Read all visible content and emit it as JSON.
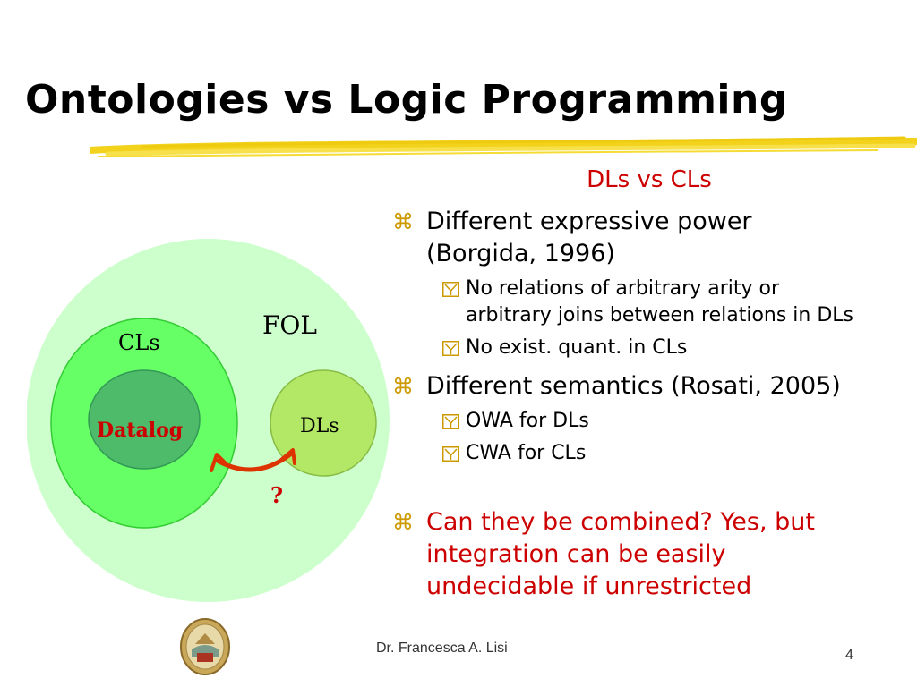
{
  "slide": {
    "title": "Ontologies vs Logic Programming",
    "subtitle": "DLs vs CLs",
    "footer": "Dr. Francesca A. Lisi",
    "page_number": "4"
  },
  "diagram": {
    "fol_label": "FOL",
    "cls_label": "CLs",
    "datalog_label": "Datalog",
    "dls_label": "DLs",
    "question_label": "?"
  },
  "bullets": [
    {
      "text_lines": [
        "Different expressive power",
        "(Borgida, 1996)"
      ],
      "sub": [
        {
          "lines": [
            "No relations of arbitrary arity or",
            "arbitrary joins between relations in DLs"
          ]
        },
        {
          "lines": [
            "No exist. quant. in CLs"
          ]
        }
      ]
    },
    {
      "text_lines": [
        "Different semantics (Rosati, 2005)"
      ],
      "sub": [
        {
          "lines": [
            "OWA for DLs"
          ]
        },
        {
          "lines": [
            "CWA for CLs"
          ]
        }
      ]
    },
    {
      "text_lines": [
        "Can they be combined? Yes, but",
        "integration can be easily",
        "undecidable if unrestricted"
      ],
      "sub": []
    }
  ],
  "colors": {
    "title": "#000000",
    "highlight": "#cc0000",
    "underline": "#f2d21b",
    "fol_circle": "#ccffcc",
    "cls_circle": "#66ff66",
    "datalog_circle": "#4dbb6a",
    "dls_circle": "#b3e866",
    "arrow": "#dd3300"
  },
  "icons": {
    "bullet_level1": "command-key-icon",
    "bullet_level2": "checkbox-y-icon"
  }
}
